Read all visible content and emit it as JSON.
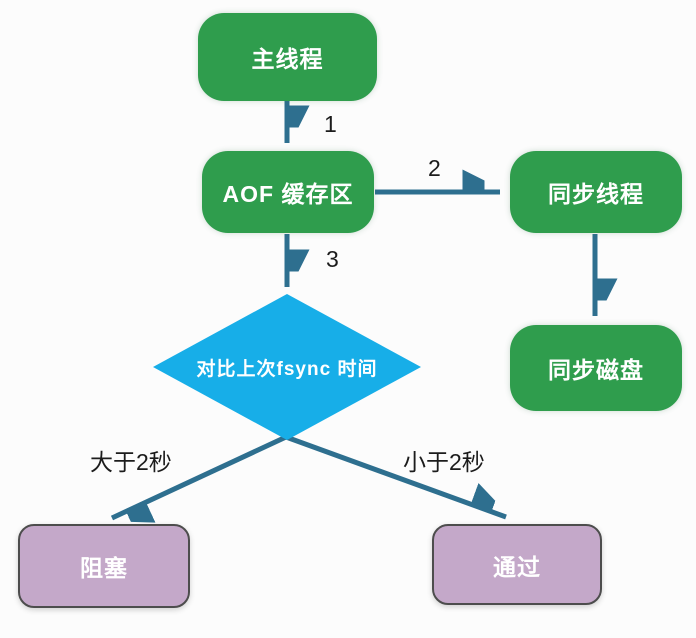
{
  "nodes": {
    "main_thread": {
      "label": "主线程"
    },
    "aof_buffer": {
      "label": "AOF 缓存区"
    },
    "sync_thread": {
      "label": "同步线程"
    },
    "sync_disk": {
      "label": "同步磁盘"
    },
    "compare_fsync": {
      "label": "对比上次fsync 时间"
    },
    "block": {
      "label": "阻塞"
    },
    "pass": {
      "label": "通过"
    }
  },
  "edges": {
    "main_to_aof": {
      "label": "1"
    },
    "aof_to_syncthread": {
      "label": "2"
    },
    "aof_to_compare": {
      "label": "3"
    },
    "compare_to_block": {
      "label": "大于2秒"
    },
    "compare_to_pass": {
      "label": "小于2秒"
    }
  },
  "colors": {
    "process_fill": "#2f9d4d",
    "decision_fill": "#17aee8",
    "terminal_fill": "#c4a8c9",
    "terminal_border": "#4d4d4d",
    "arrow": "#2e6f8f",
    "node_text": "#ffffff",
    "edge_label": "#1c1c1c",
    "bg": "#fcfcfc"
  }
}
